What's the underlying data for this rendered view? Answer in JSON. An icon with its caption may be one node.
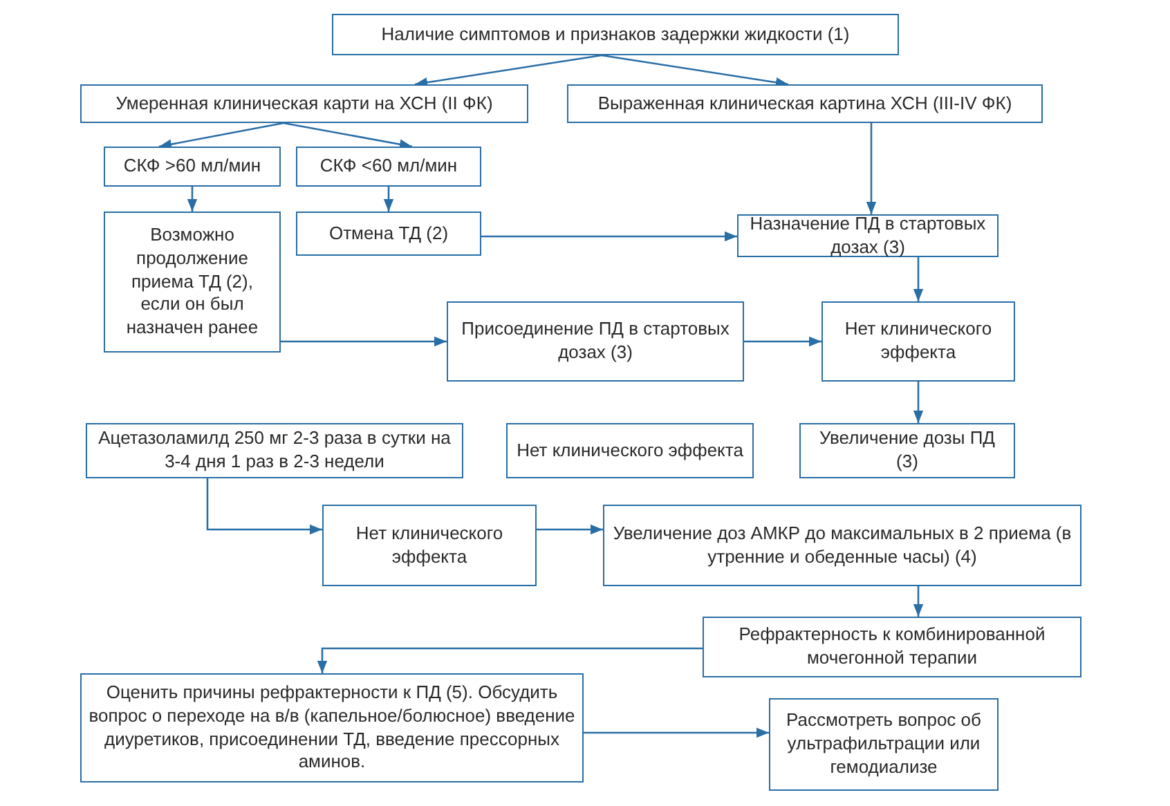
{
  "diagram": {
    "nodes": [
      {
        "text": [
          "Наличие симптомов и признаков задержки жидкости (1)"
        ]
      },
      {
        "text": [
          "Умеренная клиническая карти на ХСН (II ФК)"
        ]
      },
      {
        "text": [
          "Выраженная клиническая картина ХСН (III-IV ФК)"
        ]
      },
      {
        "text": [
          "СКФ >60 мл/мин"
        ]
      },
      {
        "text": [
          "СКФ <60 мл/мин"
        ]
      },
      {
        "text": [
          "Возможно продолжение приема ТД (2), если он был назначен ранее"
        ]
      },
      {
        "text": [
          "Отмена ТД (2)"
        ]
      },
      {
        "text": [
          "Назначение ПД в стартовых дозах (3)"
        ]
      },
      {
        "text": [
          "Присоединение ПД в стартовых дозах (3)"
        ]
      },
      {
        "text": [
          "Нет клинического эффекта"
        ]
      },
      {
        "text": [
          "Ацетазоламилд 250 мг 2-3 раза в сутки на 3-4 дня 1 раз в 2-3 недели"
        ]
      },
      {
        "text": [
          "Нет клинического эффекта"
        ]
      },
      {
        "text": [
          "Увеличение дозы ПД (3)"
        ]
      },
      {
        "text": [
          "Нет клинического эффекта"
        ]
      },
      {
        "text": [
          "Увеличение доз АМКР до максимальных в 2 приема (в утренние и обеденные часы) (4)"
        ]
      },
      {
        "text": [
          "Рефрактерность к комбинированной мочегонной терапии"
        ]
      },
      {
        "text": [
          "Оценить причины рефрактерности к ПД (5). Обсудить вопрос о переходе на в/в (капельное/болюсное) введение диуретиков, присоединении ТД, введение прессорных аминов."
        ]
      },
      {
        "text": [
          "Рассмотреть вопрос об ультрафильтрации или гемодиализе"
        ]
      }
    ],
    "edges": [
      {
        "from": 0,
        "to": 1,
        "arrow": "to"
      },
      {
        "from": 0,
        "to": 2,
        "arrow": "to"
      },
      {
        "from": 1,
        "to": 3,
        "arrow": "to"
      },
      {
        "from": 1,
        "to": 4,
        "arrow": "to"
      },
      {
        "from": 3,
        "to": 5,
        "arrow": "to"
      },
      {
        "from": 4,
        "to": 6,
        "arrow": "to"
      },
      {
        "from": 6,
        "to": 7,
        "arrow": "to"
      },
      {
        "from": 2,
        "to": 7,
        "arrow": "to"
      },
      {
        "from": 5,
        "to": 8,
        "arrow": "to"
      },
      {
        "from": 8,
        "to": 9,
        "arrow": "to"
      },
      {
        "from": 7,
        "to": 9,
        "arrow": "to"
      },
      {
        "from": 9,
        "to": 12,
        "arrow": "to"
      },
      {
        "from": 10,
        "to": 13,
        "arrow": "to"
      },
      {
        "from": 13,
        "to": 14,
        "arrow": "to"
      },
      {
        "from": 14,
        "to": 15,
        "arrow": "to"
      },
      {
        "from": 15,
        "to": 16,
        "arrow": "to"
      },
      {
        "from": 16,
        "to": 17,
        "arrow": "to"
      }
    ]
  }
}
